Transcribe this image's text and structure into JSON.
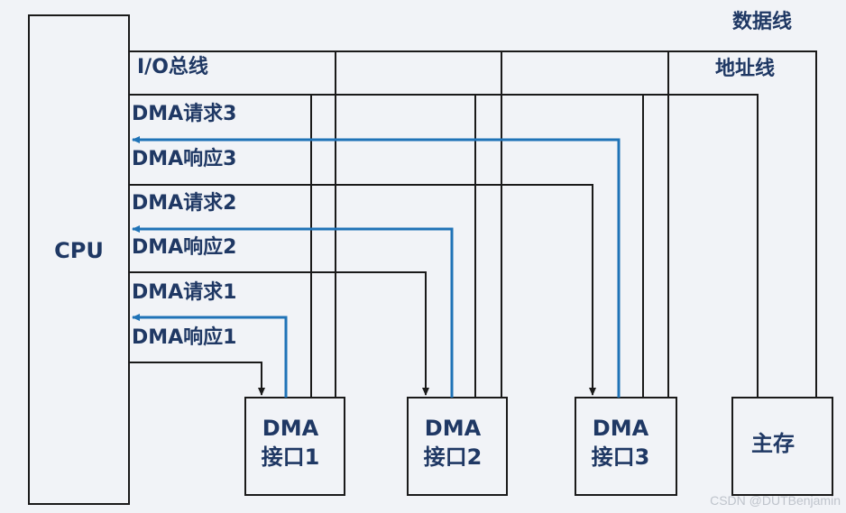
{
  "labels": {
    "data_bus": "数据线",
    "address_bus": "地址线",
    "io_bus": "I/O总线",
    "dma_req3": "DMA请求3",
    "dma_ack3": "DMA响应3",
    "dma_req2": "DMA请求2",
    "dma_ack2": "DMA响应2",
    "dma_req1": "DMA请求1",
    "dma_ack1": "DMA响应1"
  },
  "blocks": {
    "cpu": "CPU",
    "dma1": "DMA\n接口1",
    "dma2": "DMA\n接口2",
    "dma3": "DMA\n接口3",
    "memory": "主存"
  },
  "watermark": "CSDN @DUTBenjamin",
  "colors": {
    "line": "#1a1a1a",
    "ack_line": "#1f73b7",
    "text": "#1f3864"
  }
}
